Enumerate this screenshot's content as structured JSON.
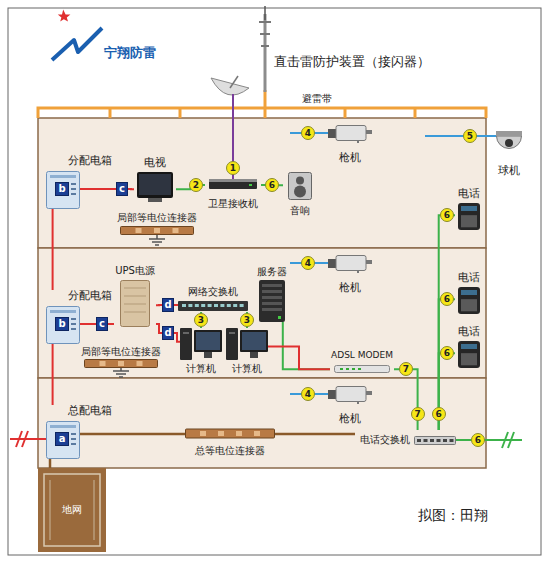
{
  "diagram": {
    "nodes": [
      {
        "text": [
          "分配电箱"
        ]
      },
      {
        "text": [
          "b"
        ],
        "in": 0
      },
      {
        "text": [
          "c"
        ]
      },
      {
        "text": [
          "电视"
        ]
      },
      {
        "text": [
          "卫星接收机"
        ]
      },
      {
        "text": [
          "音响"
        ]
      },
      {
        "text": [
          "枪机"
        ]
      },
      {
        "text": [
          "球机"
        ]
      },
      {
        "text": [
          "电话"
        ]
      },
      {
        "text": [
          "局部等电位连接器"
        ]
      },
      {
        "text": [
          "分配电箱"
        ]
      },
      {
        "text": [
          "b"
        ],
        "in": 10
      },
      {
        "text": [
          "c"
        ]
      },
      {
        "text": [
          "UPS电源"
        ]
      },
      {
        "text": [
          "d"
        ]
      },
      {
        "text": [
          "d"
        ]
      },
      {
        "text": [
          "网络交换机"
        ]
      },
      {
        "text": [
          "服务器"
        ]
      },
      {
        "text": [
          "计算机"
        ]
      },
      {
        "text": [
          "计算机"
        ]
      },
      {
        "text": [
          "ADSL MODEM"
        ]
      },
      {
        "text": [
          "枪机"
        ]
      },
      {
        "text": [
          "电话"
        ]
      },
      {
        "text": [
          "电话"
        ]
      },
      {
        "text": [
          "局部等电位连接器"
        ]
      },
      {
        "text": [
          "总配电箱"
        ]
      },
      {
        "text": [
          "a"
        ],
        "in": 25
      },
      {
        "text": [
          "枪机"
        ]
      },
      {
        "text": [
          "总等电位连接器"
        ]
      },
      {
        "text": [
          "电话交换机"
        ]
      },
      {
        "text": [
          "地网"
        ]
      }
    ],
    "edges": [
      {
        "from": 25,
        "to": 10,
        "arrow": "none"
      },
      {
        "from": 10,
        "to": 0,
        "arrow": "none"
      },
      {
        "from": 1,
        "to": 2,
        "arrow": "none"
      },
      {
        "from": 2,
        "to": 3,
        "arrow": "none"
      },
      {
        "from": 3,
        "to": 4,
        "arrow": "none"
      },
      {
        "from": 4,
        "to": 5,
        "arrow": "none"
      },
      {
        "from": 11,
        "to": 12,
        "arrow": "none"
      },
      {
        "from": 12,
        "to": 13,
        "arrow": "none"
      },
      {
        "from": 13,
        "to": 14,
        "arrow": "none"
      },
      {
        "from": 14,
        "to": 16,
        "arrow": "none"
      },
      {
        "from": 13,
        "to": 15,
        "arrow": "none"
      },
      {
        "from": 15,
        "to": 18,
        "arrow": "none"
      },
      {
        "from": 16,
        "to": 18,
        "arrow": "none"
      },
      {
        "from": 16,
        "to": 19,
        "arrow": "none"
      },
      {
        "from": 17,
        "to": 20,
        "arrow": "none"
      },
      {
        "from": 19,
        "to": 20,
        "arrow": "none"
      },
      {
        "from": 20,
        "to": 29,
        "arrow": "none"
      },
      {
        "from": 29,
        "to": 8,
        "arrow": "none"
      },
      {
        "from": 29,
        "to": 22,
        "arrow": "none"
      },
      {
        "from": 29,
        "to": 23,
        "arrow": "none"
      }
    ],
    "labels": [
      "宁翔防雷",
      "直击雷防护装置（接闪器）",
      "避雷带",
      "1",
      "2",
      "6",
      "4",
      "5",
      "6",
      "4",
      "3",
      "3",
      "7",
      "6",
      "6",
      "4",
      "7",
      "6",
      "6",
      "拟图：田翔"
    ]
  }
}
